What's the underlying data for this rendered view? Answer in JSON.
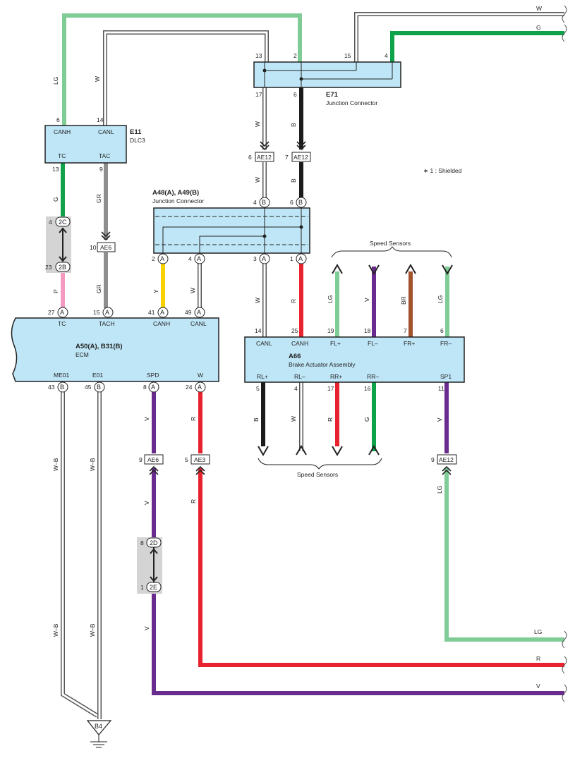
{
  "colors": {
    "LG": "#7fcc96",
    "G": "#0ea24b",
    "W": "#ffffff",
    "B": "#1b1b1b",
    "R": "#e8222e",
    "V": "#6a2b8e",
    "Y": "#f6d300",
    "P": "#f49ac1",
    "GR": "#8e8e8e",
    "BR": "#a0522d",
    "WB": "#ffffff",
    "box_fill": "#bfe6f7",
    "splice_fill": "#d4d4d4"
  },
  "components": {
    "e71": {
      "code": "E71",
      "name": "Junction Connector"
    },
    "e11": {
      "code": "E11",
      "name": "DLC3",
      "pin_canh": "CANH",
      "pin_canl": "CANL",
      "pin_tc": "TC",
      "pin_tac": "TAC"
    },
    "a48": {
      "code": "A48(A), A49(B)",
      "name": "Junction Connector"
    },
    "ecm": {
      "code": "A50(A), B31(B)",
      "name": "ECM",
      "pin_tc": "TC",
      "pin_tach": "TACH",
      "pin_canh": "CANH",
      "pin_canl": "CANL",
      "pin_me01": "ME01",
      "pin_e01": "E01",
      "pin_spd": "SPD",
      "pin_w": "W"
    },
    "a66": {
      "code": "A66",
      "name": "Brake Actuator Assembly",
      "pin_canl": "CANL",
      "pin_canh": "CANH",
      "pin_flp": "FL+",
      "pin_flm": "FL–",
      "pin_frp": "FR+",
      "pin_frm": "FR–",
      "pin_rlp": "RL+",
      "pin_rlm": "RL–",
      "pin_rrp": "RR+",
      "pin_rrm": "RR–",
      "pin_sp1": "SP1"
    },
    "ground": {
      "code": "B4"
    }
  },
  "notes": {
    "shielded": "∗ 1 : Shielded",
    "speed_sensors_top": "Speed Sensors",
    "speed_sensors_bottom": "Speed Sensors"
  },
  "connectors": {
    "ae12": "AE12",
    "ae6": "AE6",
    "ae3": "AE3",
    "c2c": "2C",
    "c2b": "2B",
    "c2d": "2D",
    "c2e": "2E",
    "cA": "A",
    "cB": "B"
  },
  "pins": {
    "e71_13": "13",
    "e71_2": "2",
    "e71_15": "15",
    "e71_4": "4",
    "e71_17": "17",
    "e71_6": "6",
    "e11_6": "6",
    "e11_14": "14",
    "e11_13": "13",
    "e11_9": "9",
    "ae12_6": "6",
    "ae12_7": "7",
    "a48_4": "4",
    "a48_6": "6",
    "a48_2": "2",
    "a48_4b": "4",
    "a48_3": "3",
    "a48_1": "1",
    "ae6_10": "10",
    "c2c_4": "4",
    "c2b_23": "23",
    "ecm_27": "27",
    "ecm_15": "15",
    "ecm_41": "41",
    "ecm_49": "49",
    "ecm_43": "43",
    "ecm_45": "45",
    "ecm_8": "8",
    "ecm_24": "24",
    "a66_14": "14",
    "a66_25": "25",
    "a66_19": "19",
    "a66_18": "18",
    "a66_7": "7",
    "a66_6": "6",
    "a66_5": "5",
    "a66_4": "4",
    "a66_17": "17",
    "a66_16": "16",
    "a66_11": "11",
    "ae6_9": "9",
    "ae3_5": "5",
    "ae12_9": "9",
    "c2d_8": "8",
    "c2e_1": "1"
  },
  "wire_labels": {
    "w_top": "W",
    "g_top": "G",
    "lg_left": "LG",
    "w_left": "W",
    "e71_w": "W",
    "e71_b": "B",
    "a48_w": "W",
    "a48_b": "B",
    "dlc_g": "G",
    "dlc_gr": "GR",
    "gr_low": "GR",
    "p": "P",
    "y": "Y",
    "w_canl": "W",
    "a66_w": "W",
    "a66_r": "R",
    "fl_lg": "LG",
    "fl_v": "V",
    "fr_br": "BR",
    "fr_lg": "LG",
    "rl_b": "B",
    "rl_w": "W",
    "rr_r": "R",
    "rr_g": "G",
    "sp1_v": "V",
    "sp1_lg": "LG",
    "me01_wb": "W–B",
    "e01_wb": "W–B",
    "me01_wb2": "W–B",
    "e01_wb2": "W–B",
    "spd_v": "V",
    "spd_v2": "V",
    "spd_v3": "V",
    "w_r": "R",
    "w_r2": "R",
    "lg_right": "LG",
    "r_right": "R",
    "v_right": "V"
  }
}
